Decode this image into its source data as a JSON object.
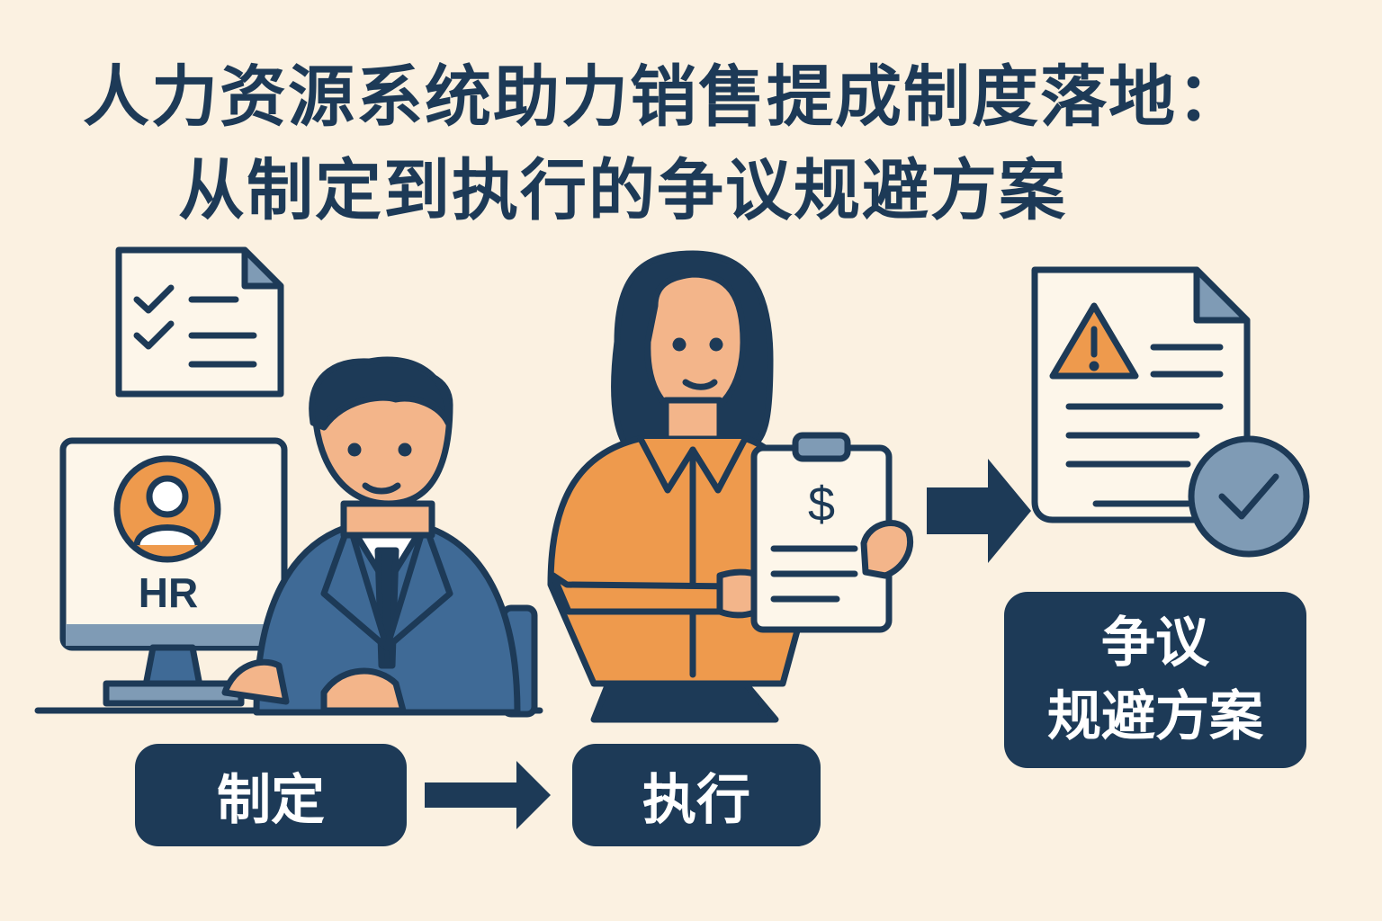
{
  "title": {
    "line1": "人力资源系统助力销售提成制度落地：",
    "line2": "从制定到执行的争议规避方案"
  },
  "steps": {
    "make": "制定",
    "execute": "执行",
    "avoid_line1": "争议",
    "avoid_line2": "规避方案"
  },
  "monitor": {
    "label": "HR"
  },
  "clipboard": {
    "symbol": "$"
  },
  "icons": [
    "checklist-document-icon",
    "hr-monitor-icon",
    "user-avatar-icon",
    "warning-document-icon",
    "checkmark-circle-icon",
    "dollar-clipboard-icon",
    "arrow-right-icon"
  ],
  "colors": {
    "navy": "#1d3a57",
    "blue": "#3f6a96",
    "orange": "#ee9a4d",
    "background": "#fbf1e1",
    "gray_blue": "#7f9bb5"
  }
}
